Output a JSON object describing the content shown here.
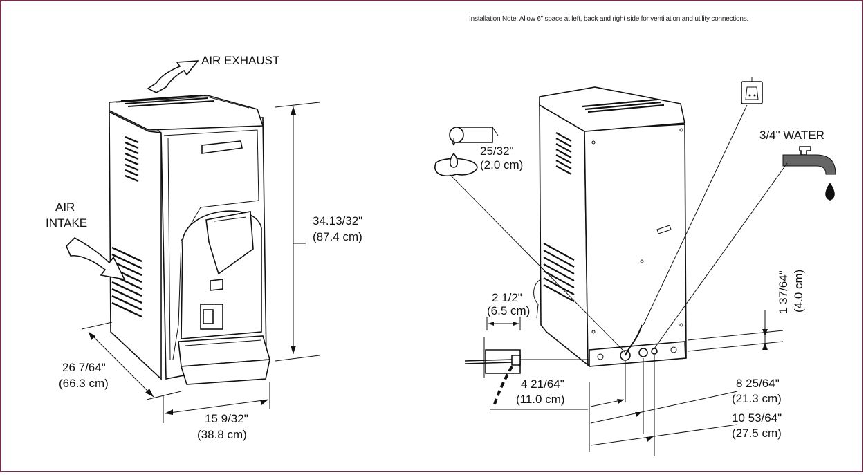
{
  "installation_note": "Installation Note: Allow 6” space at left, back and right side for ventilation and utility connections.",
  "front_view": {
    "air_exhaust": "AIR EXHAUST",
    "air_intake_line1": "AIR",
    "air_intake_line2": "INTAKE",
    "height_in": "34.13/32\"",
    "height_cm": "(87.4 cm)",
    "depth_in": "26 7/64\"",
    "depth_cm": "(66.3 cm)",
    "width_in": "15 9/32\"",
    "width_cm": "(38.8 cm)"
  },
  "rear_view": {
    "drain_in": "25/32\"",
    "drain_cm": "(2.0 cm)",
    "water_label": "3/4\" WATER",
    "clearance_in": "2 1/2\"",
    "clearance_cm": "(6.5 cm)",
    "base_height_in": "1 37/64\"",
    "base_height_cm": "(4.0 cm)",
    "drain_offset_in": "4 21/64\"",
    "drain_offset_cm": "(11.0 cm)",
    "power_offset_in": "8 25/64\"",
    "power_offset_cm": "(21.3 cm)",
    "water_offset_in": "10 53/64\"",
    "water_offset_cm": "(27.5 cm)"
  },
  "icons": [
    "electrical-outlet-icon",
    "water-faucet-icon",
    "drain-pipe-icon",
    "air-arrow-icon"
  ]
}
